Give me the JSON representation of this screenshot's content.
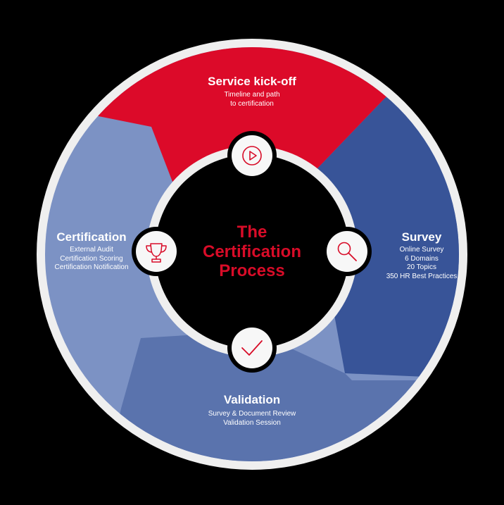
{
  "center": {
    "line1": "The",
    "line2": "Certification",
    "line3": "Process"
  },
  "stages": {
    "kickoff": {
      "title": "Service kick-off",
      "lines": [
        "Timeline and path",
        "to certification"
      ],
      "icon": "play-icon"
    },
    "survey": {
      "title": "Survey",
      "lines": [
        "Online Survey",
        "6 Domains",
        "20 Topics",
        "350 HR Best Practices"
      ],
      "icon": "magnifier-icon"
    },
    "validation": {
      "title": "Validation",
      "lines": [
        "Survey & Document Review",
        "Validation Session"
      ],
      "icon": "checkmark-icon"
    },
    "certification": {
      "title": "Certification",
      "lines": [
        "External Audit",
        "Certification Scoring",
        "Certification Notification"
      ],
      "icon": "trophy-icon"
    }
  },
  "colors": {
    "background": "#000000",
    "ring_border": "#efefef",
    "kickoff": "#dc0a29",
    "survey": "#385498",
    "validation": "#5a73ad",
    "certification": "#7c92c4",
    "accent": "#d80c28"
  }
}
